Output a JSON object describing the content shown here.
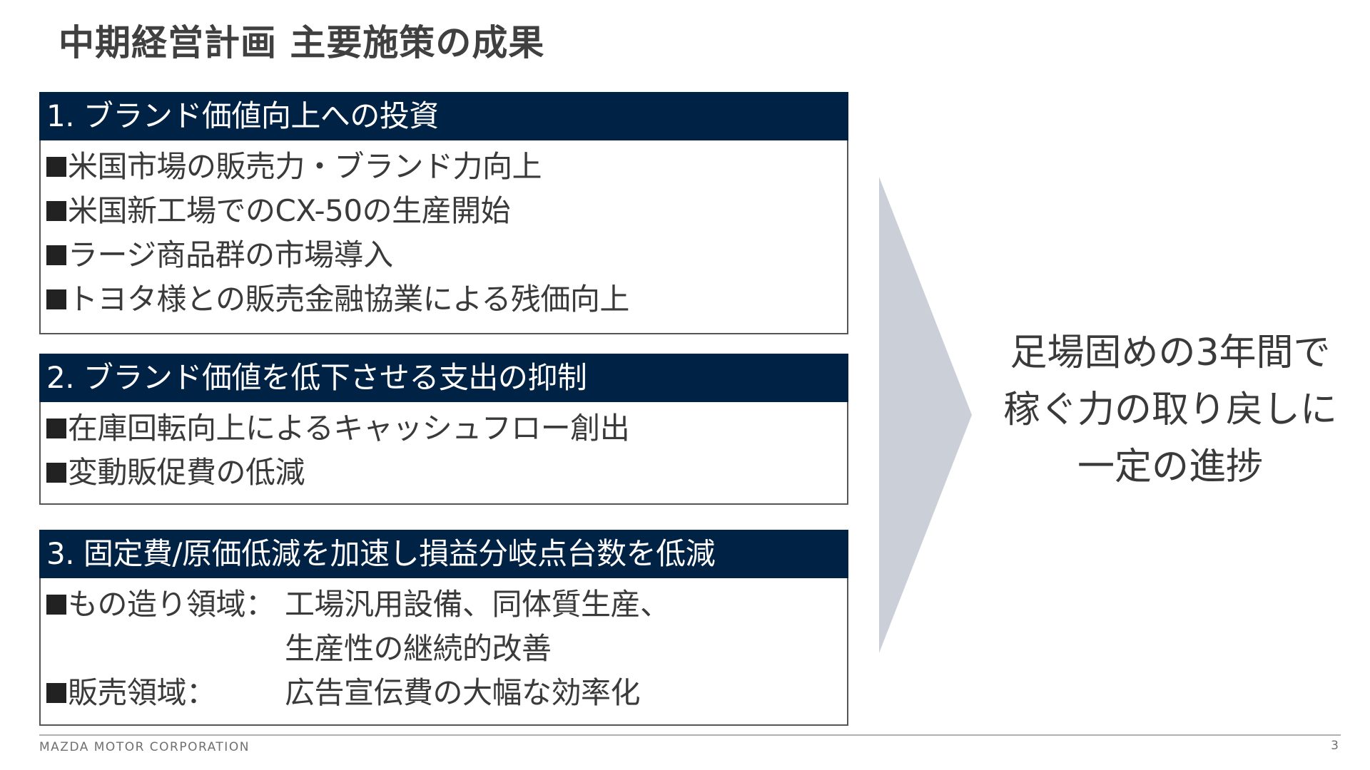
{
  "slide": {
    "title": "中期経営計画 主要施策の成果",
    "page_number": "3",
    "company": "MAZDA MOTOR CORPORATION"
  },
  "colors": {
    "header_bg": "#002244",
    "header_text": "#ffffff",
    "arrow": "#cbcfd7",
    "body_text": "#3a3a3a"
  },
  "sections": [
    {
      "header": "1. ブランド価値向上への投資",
      "items": [
        "米国市場の販売力・ブランド力向上",
        "米国新工場でのCX-50の生産開始",
        "ラージ商品群の市場導入",
        "トヨタ様との販売金融協業による残価向上"
      ]
    },
    {
      "header": "2. ブランド価値を低下させる支出の抑制",
      "items": [
        "在庫回転向上によるキャッシュフロー創出",
        "変動販促費の低減"
      ]
    },
    {
      "header": "3. 固定費/原価低減を加速し損益分岐点台数を低減",
      "items": [
        {
          "label": "もの造り領域：",
          "detail_lines": [
            "工場汎用設備、同体質生産、",
            "生産性の継続的改善"
          ]
        },
        {
          "label": "販売領域：",
          "detail_lines": [
            "広告宣伝費の大幅な効率化"
          ]
        }
      ]
    }
  ],
  "conclusion": {
    "lines": [
      "足場固めの3年間で",
      "稼ぐ力の取り戻しに",
      "一定の進捗"
    ]
  }
}
